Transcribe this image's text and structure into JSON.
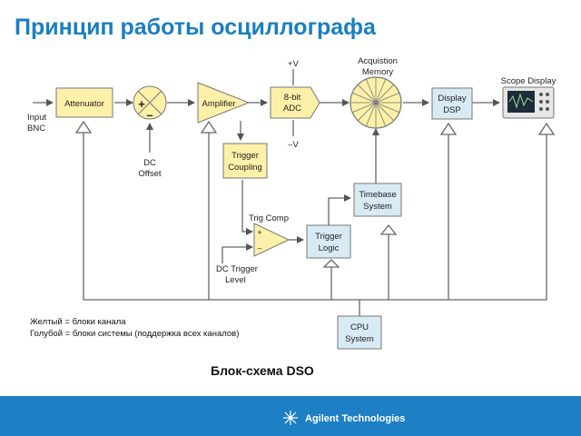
{
  "page": {
    "title": "Принцип работы осциллографа",
    "caption": "Блок-схема DSO"
  },
  "legend": {
    "line1": "Желтый = блоки канала",
    "line2": "Голубой = блоки системы (поддержка всех каналов)"
  },
  "blocks": {
    "attenuator": "Attenuator",
    "amplifier": "Amplifier",
    "adc_line1": "8-bit",
    "adc_line2": "ADC",
    "display_line1": "Display",
    "display_line2": "DSP",
    "trigger_coupling_line1": "Trigger",
    "trigger_coupling_line2": "Coupling",
    "timebase_line1": "Timebase",
    "timebase_line2": "System",
    "trigger_logic_line1": "Trigger",
    "trigger_logic_line2": "Logic",
    "cpu_line1": "CPU",
    "cpu_line2": "System"
  },
  "labels": {
    "input_line1": "Input",
    "input_line2": "BNC",
    "dc_offset_line1": "DC",
    "dc_offset_line2": "Offset",
    "plus_v": "+V",
    "minus_v": "–V",
    "acq_memory_line1": "Acquistion",
    "acq_memory_line2": "Memory",
    "scope_display": "Scope Display",
    "trig_comp": "Trig Comp",
    "dc_trigger_level_line1": "DC Trigger",
    "dc_trigger_level_line2": "Level",
    "summer_plus": "+",
    "summer_minus": "–",
    "comp_plus": "+",
    "comp_minus": "–"
  },
  "footer": {
    "brand": "Agilent Technologies"
  },
  "colors": {
    "title": "#1a7fc0",
    "channel_block": "#fdf0a8",
    "system_block": "#d8eaf4",
    "footer": "#1d7fc4",
    "line": "#666666"
  }
}
